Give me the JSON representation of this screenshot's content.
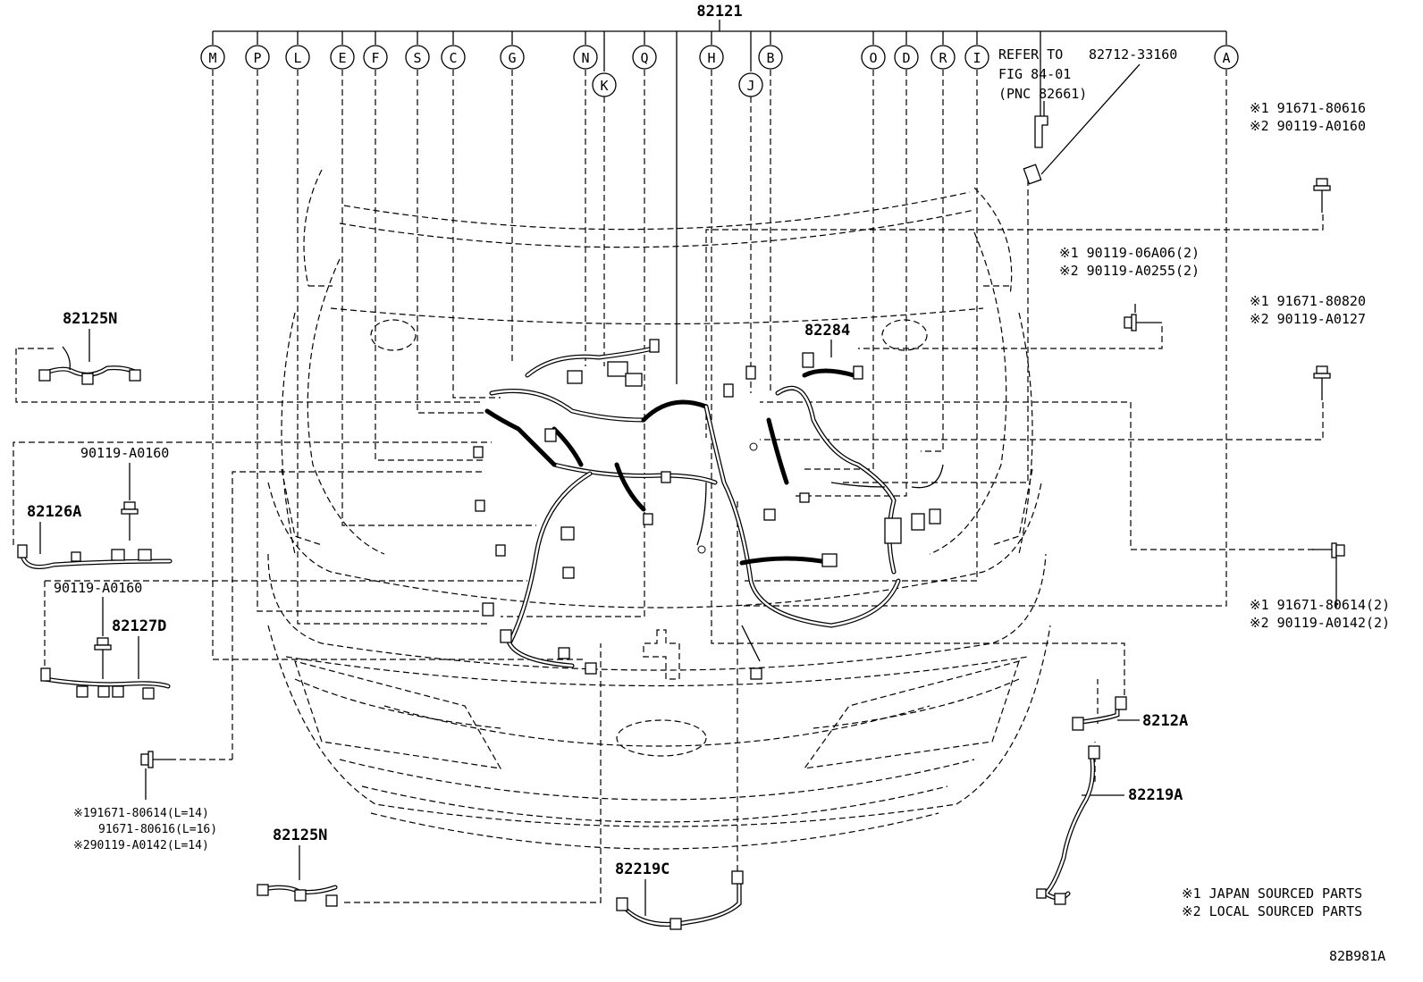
{
  "main_part": "82121",
  "circle_letters": [
    "M",
    "P",
    "L",
    "E",
    "F",
    "S",
    "C",
    "G",
    "N",
    "K",
    "Q",
    "H",
    "J",
    "B",
    "O",
    "D",
    "R",
    "I",
    "A"
  ],
  "refer": {
    "line1": "REFER TO",
    "line2": "FIG 84-01",
    "line3": "(PNC 82661)"
  },
  "part_82712": "82712-33160",
  "right_notes": {
    "n1a": "※1 91671-80616",
    "n1b": "※2 90119-A0160",
    "n2a": "※1 90119-06A06(2)",
    "n2b": "※2 90119-A0255(2)",
    "n3a": "※1 91671-80820",
    "n3b": "※2 90119-A0127",
    "n4a": "※1 91671-80614(2)",
    "n4b": "※2 90119-A0142(2)"
  },
  "parts": {
    "p82125N_top": "82125N",
    "p90119_a": "90119-A0160",
    "p82126A": "82126A",
    "p90119_b": "90119-A0160",
    "p82127D": "82127D",
    "p82284": "82284",
    "p8212A": "8212A",
    "p82219A": "82219A",
    "p82219C": "82219C",
    "p82125N_bottom": "82125N"
  },
  "left_notes": {
    "l1": "※191671-80614(L=14)",
    "l2": "91671-80616(L=16)",
    "l3": "※290119-A0142(L=14)"
  },
  "legend": {
    "l1": "※1 JAPAN SOURCED PARTS",
    "l2": "※2 LOCAL SOURCED PARTS"
  },
  "figure_code": "82B981A"
}
